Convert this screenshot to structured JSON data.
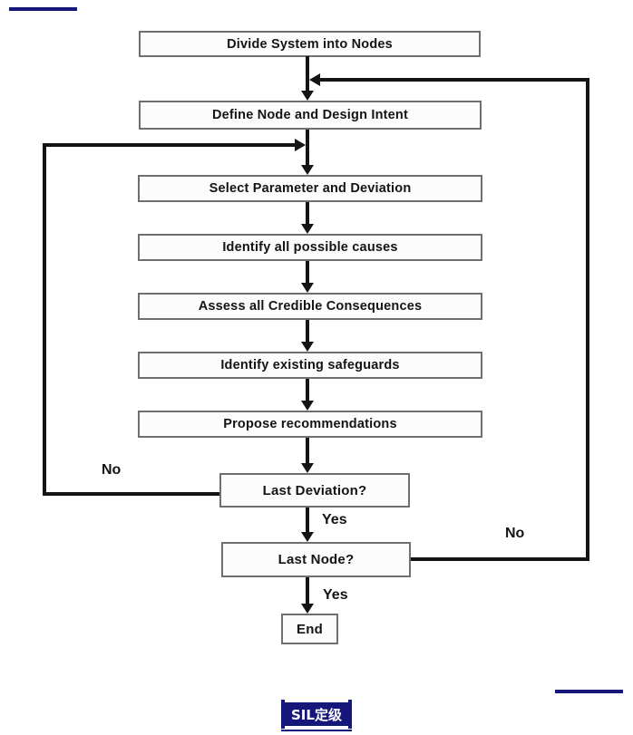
{
  "colors": {
    "accent_navy": "#17177b",
    "line_black": "#141414",
    "box_border_gray": "#6f6f6f",
    "box_fill": "#fcfcfc"
  },
  "flowchart": {
    "nodes": [
      {
        "id": "divide-system",
        "label": "Divide System into Nodes"
      },
      {
        "id": "define-node",
        "label": "Define Node and Design Intent"
      },
      {
        "id": "select-parameter",
        "label": "Select Parameter and Deviation"
      },
      {
        "id": "identify-causes",
        "label": "Identify all possible causes"
      },
      {
        "id": "assess-consequences",
        "label": "Assess all Credible Consequences"
      },
      {
        "id": "identify-safeguards",
        "label": "Identify existing safeguards"
      },
      {
        "id": "propose-recommendations",
        "label": "Propose recommendations"
      },
      {
        "id": "last-deviation",
        "label": "Last Deviation?"
      },
      {
        "id": "last-node",
        "label": "Last Node?"
      },
      {
        "id": "end",
        "label": "End"
      }
    ],
    "edge_labels": {
      "last_deviation_yes": "Yes",
      "last_deviation_no": "No",
      "last_node_yes": "Yes",
      "last_node_no": "No"
    }
  },
  "footer": {
    "badge_label": "SIL定级"
  }
}
